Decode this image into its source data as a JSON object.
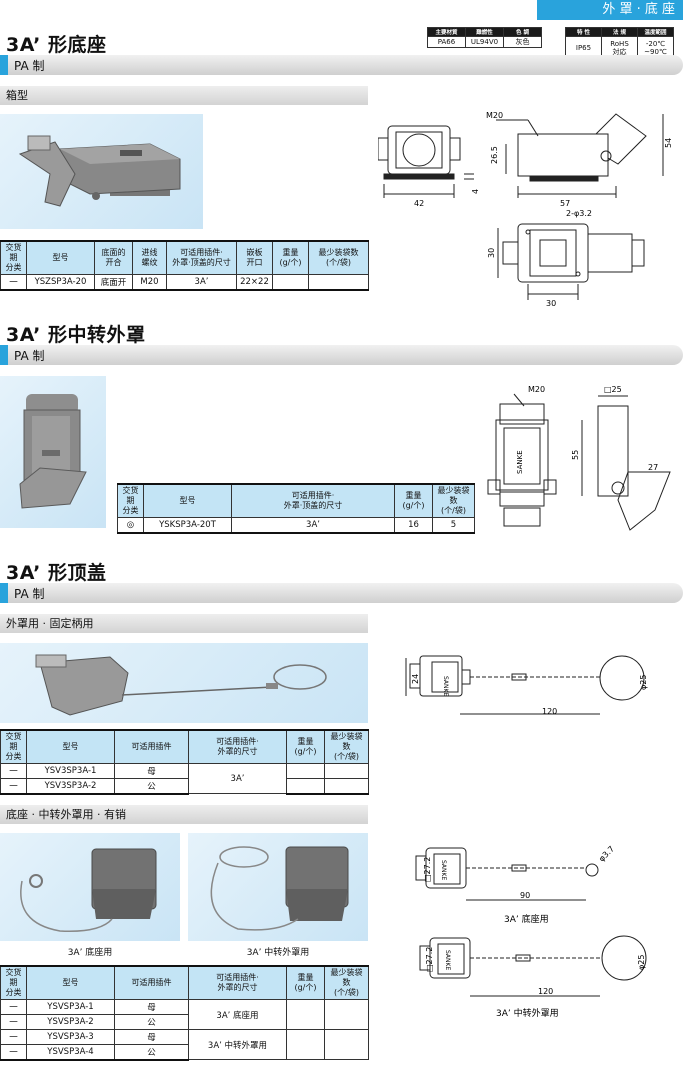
{
  "header": {
    "corner_tab": "外 罩 · 底 座"
  },
  "properties": {
    "groups": [
      {
        "headers": [
          "主要材質",
          "難燃性",
          "色 調"
        ],
        "values": [
          "PA66",
          "UL94V0",
          "灰色"
        ]
      },
      {
        "headers": [
          "特 性",
          "法 規",
          "温度範囲"
        ],
        "values": [
          "IP65",
          "RoHS\n対応",
          "-20℃\n~90℃"
        ]
      }
    ]
  },
  "section1": {
    "title": "3A’ 形底座",
    "band": "PA 制",
    "subhead": "箱型",
    "dims": {
      "m": "M20",
      "d26": "26.5",
      "d54": "54",
      "d42": "42",
      "d4": "4",
      "d57": "57",
      "hole": "2-φ3.2",
      "d30v": "30",
      "d30h": "30"
    },
    "table": {
      "headers": [
        "交货期\n分类",
        "型号",
        "底面的\n开合",
        "进线\n螺纹",
        "可适用插件·\n外罩·顶盖的尺寸",
        "嵌板\n开口",
        "重量\n(g/个)",
        "最少装袋数\n(个/袋)"
      ],
      "rows": [
        [
          "一",
          "YSZSP3A-20",
          "底面开",
          "M20",
          "3A’",
          "22×22",
          "",
          ""
        ]
      ]
    }
  },
  "section2": {
    "title": "3A’ 形中转外罩",
    "band": "PA 制",
    "dims": {
      "m": "M20",
      "sq": "□25",
      "d55": "55",
      "d27": "27",
      "brand": "SANKE"
    },
    "table": {
      "headers": [
        "交货期\n分类",
        "型号",
        "可适用插件·\n外罩·顶盖的尺寸",
        "重量\n(g/个)",
        "最少装袋数\n(个/袋)"
      ],
      "rows": [
        [
          "◎",
          "YSKSP3A-20T",
          "3A’",
          "16",
          "5"
        ]
      ]
    }
  },
  "section3": {
    "title": "3A’ 形顶盖",
    "band": "PA 制",
    "sub1": {
      "subhead": "外罩用 · 固定柄用",
      "dims": {
        "d24": "24",
        "d120": "120",
        "dia": "φ25",
        "brand": "SANKE"
      },
      "table": {
        "headers": [
          "交货期\n分类",
          "型号",
          "可适用插件",
          "可适用插件·\n外罩的尺寸",
          "重量\n(g/个)",
          "最少装袋数\n(个/袋)"
        ],
        "rows": [
          [
            "一",
            "YSV3SP3A-1",
            "母"
          ],
          [
            "一",
            "YSV3SP3A-2",
            "公"
          ]
        ],
        "merged_size": "3A’"
      }
    },
    "sub2": {
      "subhead": "底座 · 中转外罩用 · 有销",
      "photo_caption_left": "3A’ 底座用",
      "photo_caption_right": "3A’ 中转外罩用",
      "dims": {
        "sq1": "□27.2",
        "d90": "90",
        "dia37": "φ3.7",
        "cap1": "3A’ 底座用",
        "sq2": "□27.2",
        "d120": "120",
        "dia25": "φ25",
        "cap2": "3A’ 中转外罩用",
        "brand": "SANKE"
      },
      "table": {
        "headers": [
          "交货期\n分类",
          "型号",
          "可适用插件",
          "可适用插件·\n外罩的尺寸",
          "重量\n(g/个)",
          "最少装袋数\n(个/袋)"
        ],
        "rows": [
          [
            "一",
            "YSVSP3A-1",
            "母"
          ],
          [
            "一",
            "YSVSP3A-2",
            "公"
          ],
          [
            "一",
            "YSVSP3A-3",
            "母"
          ],
          [
            "一",
            "YSVSP3A-4",
            "公"
          ]
        ],
        "merged_a": "3A’ 底座用",
        "merged_b": "3A’ 中转外罩用"
      }
    }
  }
}
